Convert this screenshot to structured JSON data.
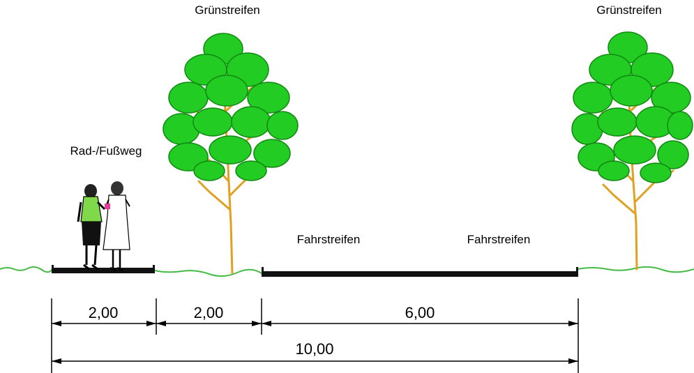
{
  "labels": {
    "gruen_left": "Grünstreifen",
    "gruen_right": "Grünstreifen",
    "radweg": "Rad-/Fußweg",
    "fahr_1": "Fahrstreifen",
    "fahr_2": "Fahrstreifen"
  },
  "dimensions": {
    "radweg_width": "2,00",
    "gruen_width": "2,00",
    "fahrbahn_width": "6,00",
    "total_width": "10,00"
  },
  "colors": {
    "foliage": "#22cc22",
    "foliage_dark": "#118811",
    "trunk": "#e0a020",
    "grass": "#44bb44",
    "surface": "#111111"
  }
}
